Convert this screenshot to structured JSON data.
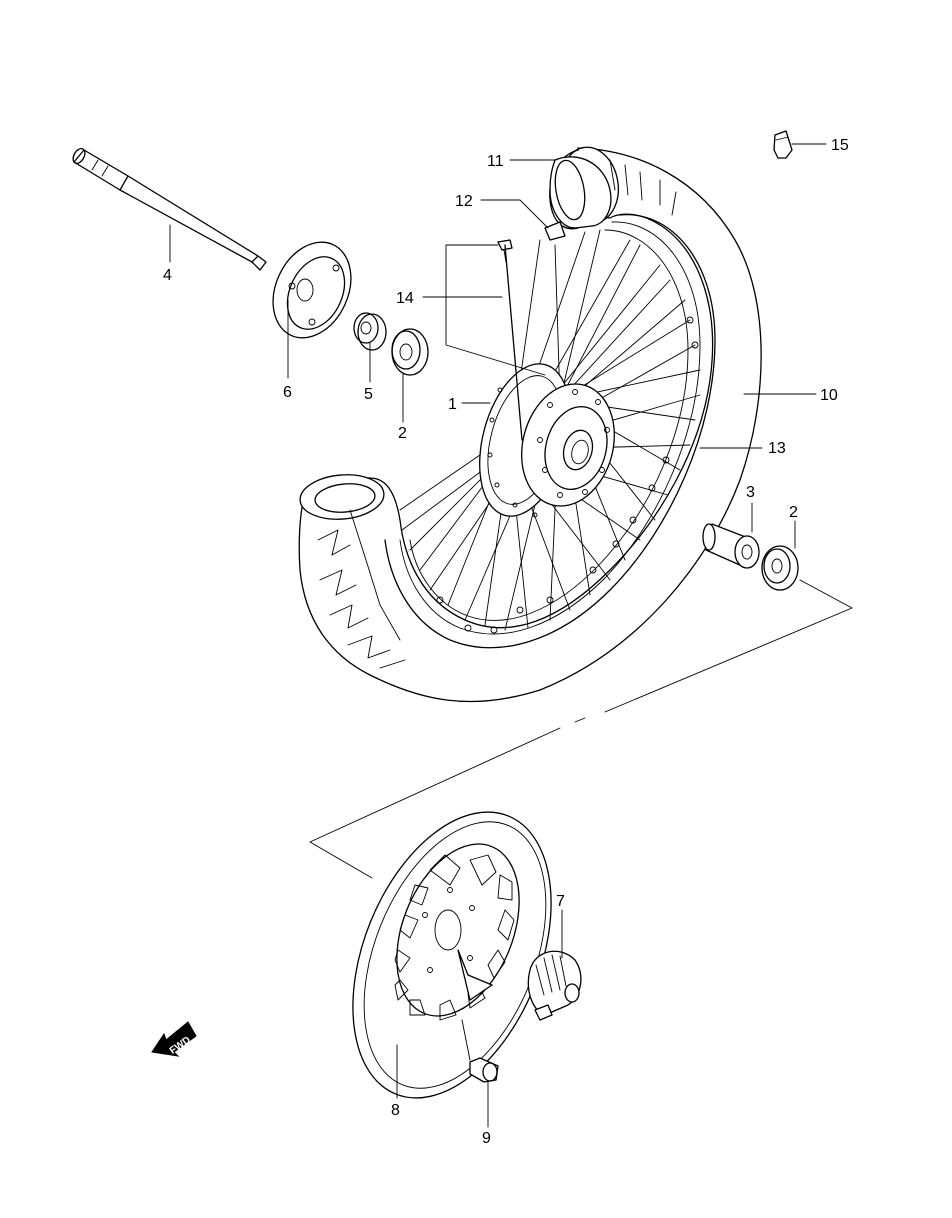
{
  "diagram": {
    "labels": {
      "p1": "1",
      "p2a": "2",
      "p2b": "2",
      "p3": "3",
      "p4": "4",
      "p5": "5",
      "p6": "6",
      "p7": "7",
      "p8": "8",
      "p9": "9",
      "p10": "10",
      "p11": "11",
      "p12": "12",
      "p13": "13",
      "p14": "14",
      "p15": "15"
    },
    "fwd_badge": "FWD"
  }
}
